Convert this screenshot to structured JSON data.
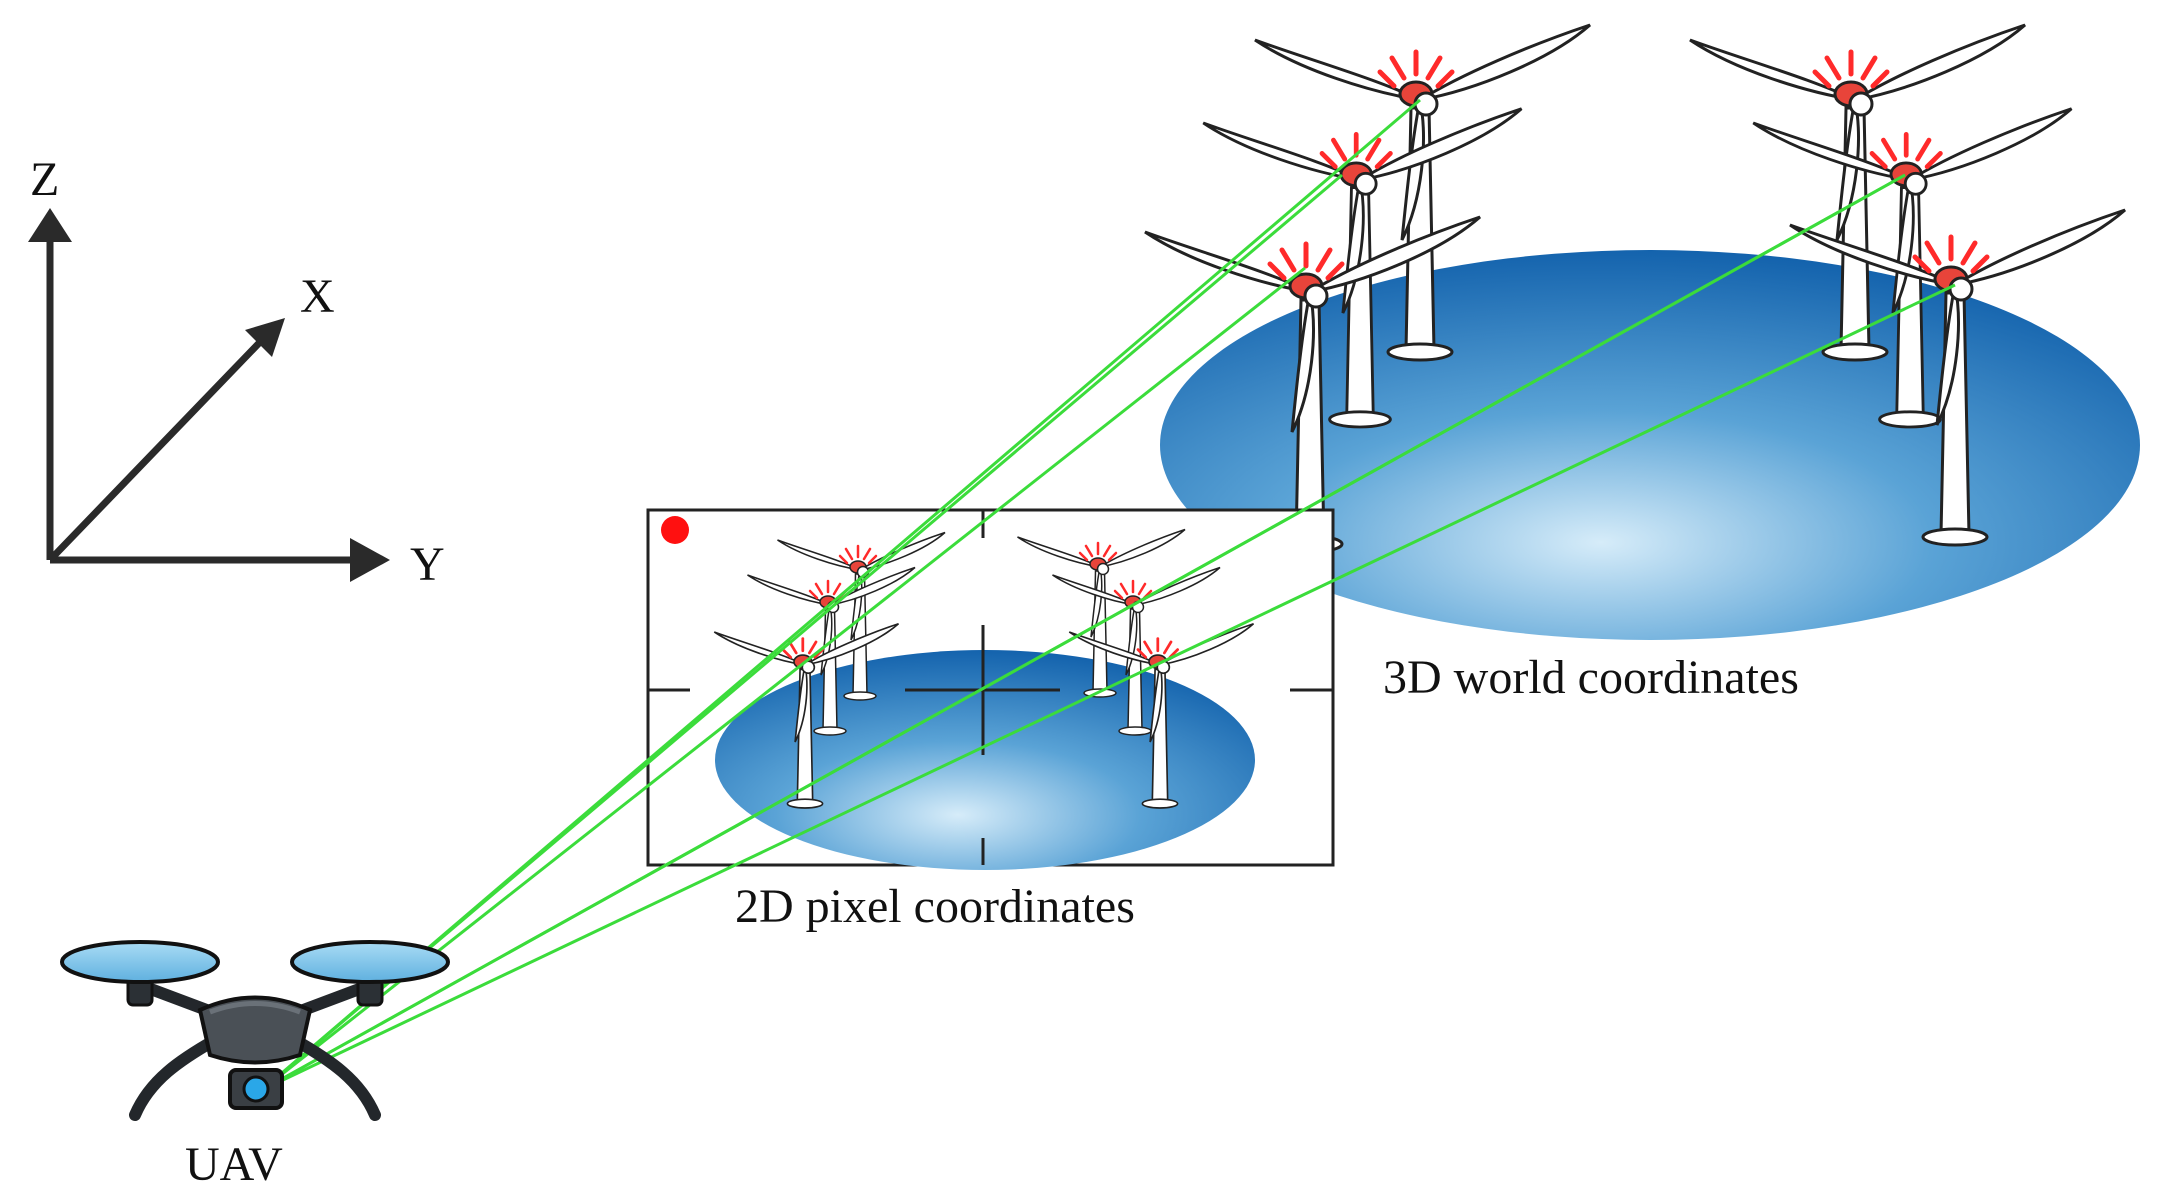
{
  "axes": {
    "z_label": "Z",
    "x_label": "X",
    "y_label": "Y"
  },
  "captions": {
    "world": "3D world coordinates",
    "pixel": "2D pixel coordinates",
    "uav": "UAV"
  },
  "colors": {
    "ray": "#33dd33",
    "beacon": "#ff2020",
    "water_dark": "#1a6fb5",
    "water_light": "#cfe6f6",
    "uav_body": "#3a3f44",
    "propeller": "#7fc4ea",
    "frame": "#222222"
  },
  "icons": {
    "turbine": "wind-turbine-icon",
    "drone": "drone-icon",
    "record_dot": "record-dot-icon",
    "beacon": "warning-light-icon"
  }
}
